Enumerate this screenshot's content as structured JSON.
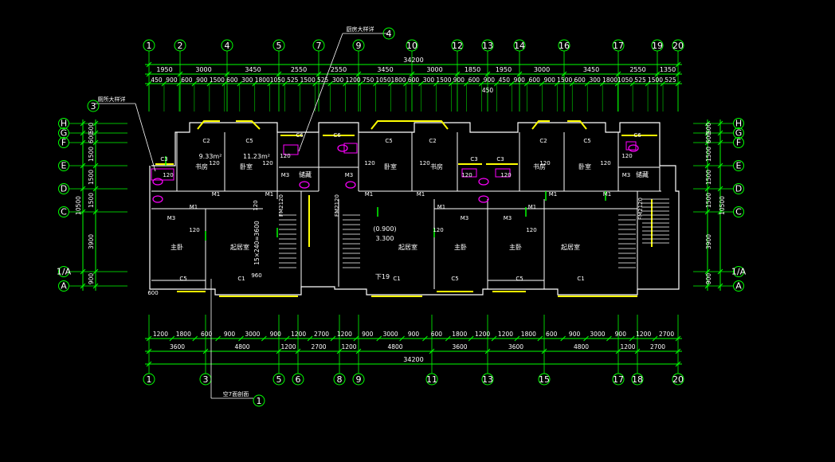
{
  "colors": {
    "background": "#000000",
    "dim_line": "#00ff00",
    "wall": "#ffffff",
    "window": "#ffff00",
    "fixture": "#ff00ff",
    "text": "#ffffff"
  },
  "top_axes": [
    "1",
    "2",
    "4",
    "5",
    "7",
    "9",
    "10",
    "12",
    "13",
    "14",
    "16",
    "17",
    "19",
    "20"
  ],
  "bottom_axes": [
    "1",
    "3",
    "5",
    "6",
    "8",
    "9",
    "11",
    "13",
    "15",
    "17",
    "18",
    "20"
  ],
  "left_axes": [
    "H",
    "G",
    "F",
    "E",
    "D",
    "C",
    "1/A",
    "A"
  ],
  "right_axes": [
    "H",
    "G",
    "F",
    "E",
    "D",
    "C",
    "1/A",
    "A"
  ],
  "top_total": "34200",
  "top_row1": [
    "1950",
    "3000",
    "3450",
    "2550",
    "2550",
    "3450",
    "3000",
    "1850",
    "1950",
    "3000",
    "3450",
    "2550",
    "1350"
  ],
  "top_row2": [
    "450",
    "900",
    "600",
    "900",
    "1500",
    "600",
    "300",
    "1800",
    "1050",
    "525",
    "1500",
    "525",
    "300",
    "1200",
    "750",
    "1050",
    "1800",
    "600",
    "300",
    "1500",
    "900",
    "600",
    "900",
    "450",
    "900",
    "600",
    "900",
    "1500",
    "600",
    "300",
    "1800",
    "1050",
    "525",
    "1500",
    "525"
  ],
  "top_450": "450",
  "bottom_row1": [
    "1200",
    "1800",
    "600",
    "900",
    "3000",
    "900",
    "1200",
    "2700",
    "1200",
    "900",
    "3000",
    "900",
    "600",
    "1800",
    "1200",
    "1200",
    "1800",
    "600",
    "900",
    "3000",
    "900",
    "1200",
    "2700"
  ],
  "bottom_row2": [
    "3600",
    "4800",
    "1200",
    "2700",
    "1200",
    "4800",
    "3600",
    "3600",
    "4800",
    "1200",
    "2700"
  ],
  "bottom_total": "34200",
  "left_dims": [
    "600",
    "600",
    "1500",
    "1500",
    "1500",
    "3900",
    "900"
  ],
  "left_total": "10500",
  "right_dims": [
    "600",
    "600",
    "1500",
    "1500",
    "1500",
    "3900",
    "900"
  ],
  "right_total": "10500",
  "callouts": {
    "top": "厨房大样详",
    "top_num": "4",
    "left": "厕所大样详",
    "left_num": "3",
    "bottom": "空7面剖面",
    "bottom_num": "1"
  },
  "rooms": {
    "study": "书房",
    "bedroom": "卧室",
    "master": "主卧",
    "living": "起居室",
    "storage": "储藏",
    "area1": "9.33m²",
    "area2": "11.23m²",
    "stair_note": "15×240=3600",
    "level1": "(0.900)",
    "level2": "3.300",
    "down": "下19"
  },
  "labels": {
    "c2": "C2",
    "c5": "C5",
    "c3": "C3",
    "c6": "C6",
    "c1": "C1",
    "m1": "M1",
    "m3": "M3",
    "fm": "FM2120",
    "v120": "120",
    "v960": "960",
    "v600": "600",
    "v120b": "120"
  }
}
